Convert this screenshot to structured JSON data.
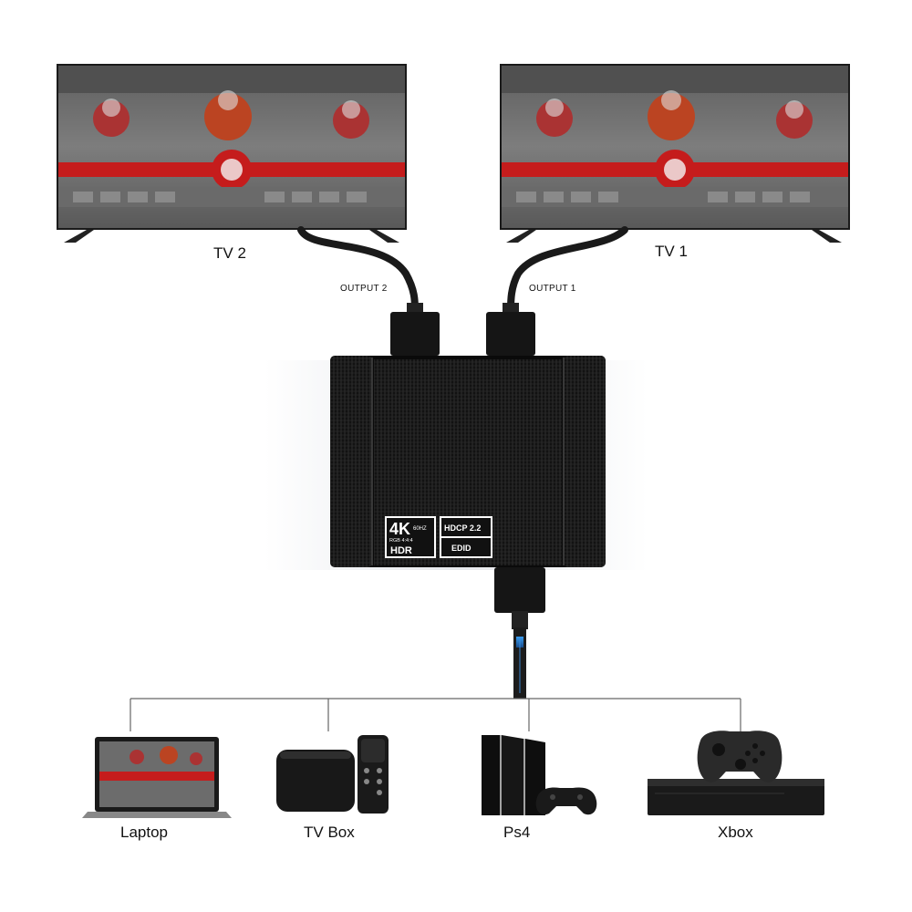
{
  "tvs": {
    "left": {
      "label": "TV 2",
      "port_label": "OUTPUT 2"
    },
    "right": {
      "label": "TV 1",
      "port_label": "OUTPUT 1"
    }
  },
  "splitter": {
    "badge_4k": {
      "main": "4K",
      "hz": "60HZ",
      "rgb": "RGB 4:4:4",
      "hdr": "HDR"
    },
    "badge_hdcp": {
      "line1": "HDCP 2.2",
      "line2": "EDID"
    }
  },
  "sources": [
    {
      "label": "Laptop"
    },
    {
      "label": "TV Box"
    },
    {
      "label": "Ps4"
    },
    {
      "label": "Xbox"
    }
  ],
  "colors": {
    "accent_red": "#d01818",
    "device_black": "#111111",
    "cable_blue": "#2a7fd4"
  }
}
